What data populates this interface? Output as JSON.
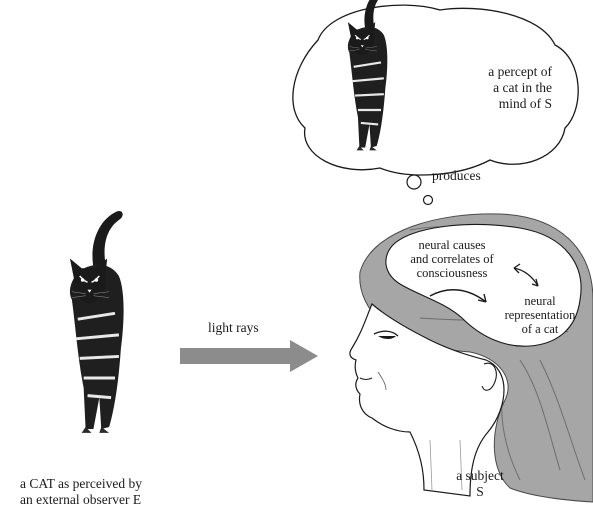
{
  "thought_label": [
    "a percept of",
    "a cat in the",
    "mind of S"
  ],
  "produces_label": "produces",
  "brain_label_top": [
    "neural causes",
    "and correlates of",
    "consciousness"
  ],
  "brain_label_bottom": [
    "neural",
    "representation",
    "of a cat"
  ],
  "arrow_label": "light rays",
  "cat_caption": [
    "a CAT as perceived by",
    "an external observer E"
  ],
  "subject_label": [
    "a subject",
    "S"
  ],
  "colors": {
    "hair": "#a6a6a6",
    "hair_dark": "#7d7d7d",
    "brain": "#ffffff",
    "arrow": "#8c8c8c",
    "ink": "#1a1a1a"
  }
}
